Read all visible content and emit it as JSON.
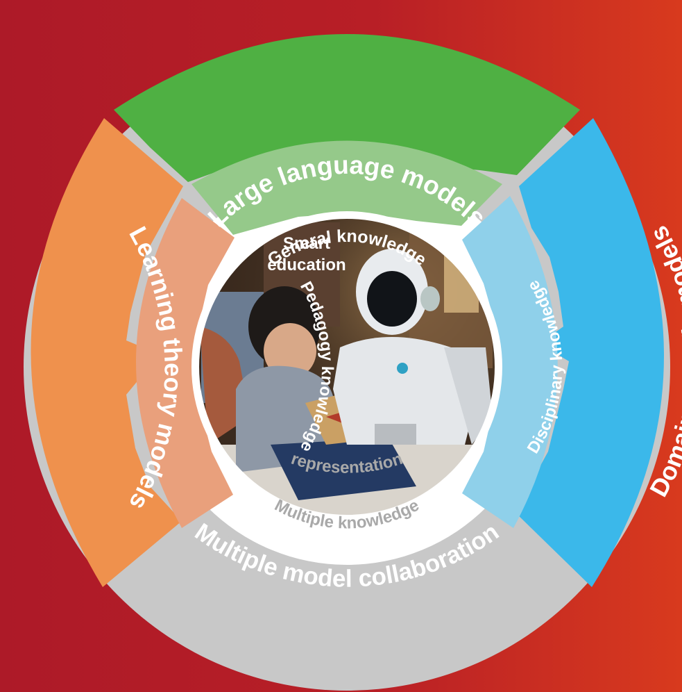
{
  "diagram": {
    "center": {
      "label_line1": "Smart",
      "label_line2": "education",
      "photo": "boy-reading-book-with-robot"
    },
    "inner_ring": {
      "top": "General knowledge",
      "left": "Pedagogy knowledge",
      "right": "Disciplinary knowledge",
      "bottom_line1": "Multiple knowledge",
      "bottom_line2": "representation"
    },
    "outer_ring": {
      "top": "Large language models",
      "left": "Learning theory models",
      "right": "Domain-specific models",
      "bottom": "Multiple model collaboration"
    },
    "colors": {
      "background_left": "#ad1a28",
      "background_right": "#d83a1e",
      "green": "#4fb043",
      "light_green": "#95c98a",
      "orange": "#ef914d",
      "light_orange": "#e9a07c",
      "blue": "#3bb8ea",
      "light_blue": "#8fd0ea",
      "gray": "#c8c8c8",
      "inner_label_gray": "#a9a9a9"
    }
  }
}
